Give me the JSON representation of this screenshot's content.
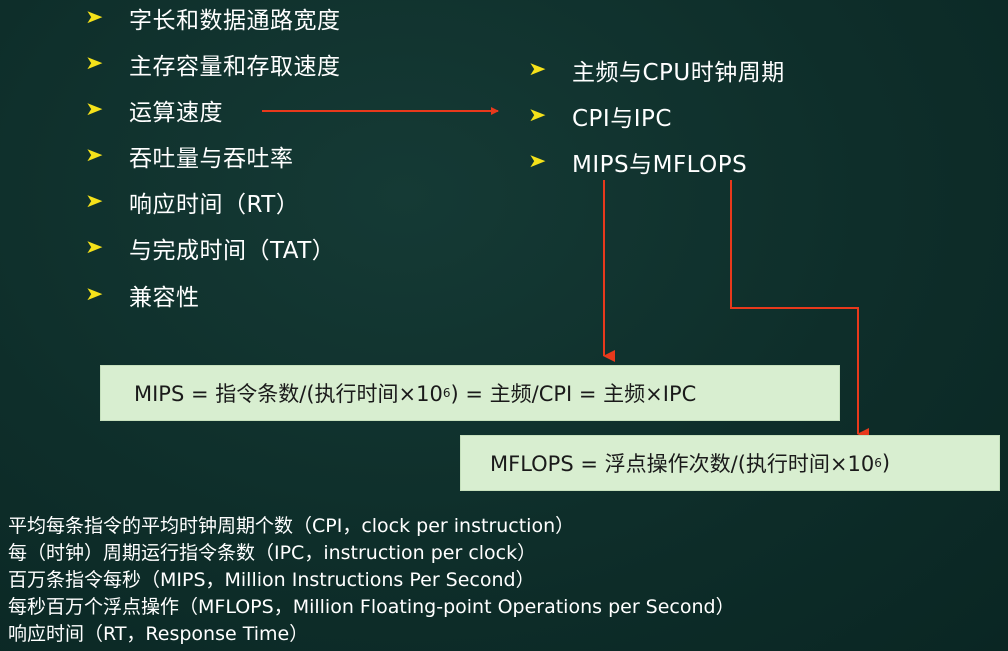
{
  "left_items": [
    {
      "label": "字长和数据通路宽度"
    },
    {
      "label": "主存容量和存取速度"
    },
    {
      "label": "运算速度"
    },
    {
      "label": "吞吐量与吞吐率"
    },
    {
      "label": "响应时间（RT）"
    },
    {
      "label": "与完成时间（TAT）"
    },
    {
      "label": "兼容性"
    }
  ],
  "right_items": [
    {
      "label": "主频与CPU时钟周期"
    },
    {
      "label": "CPI与IPC"
    },
    {
      "label": "MIPS与MFLOPS"
    }
  ],
  "mips_formula": {
    "before": "MIPS = 指令条数/(执行时间×10",
    "sup": "6",
    "after": ") = 主频/CPI = 主频×IPC"
  },
  "mflops_formula": {
    "before": "MFLOPS = 浮点操作次数/(执行时间×10",
    "sup": "6",
    "after": ")"
  },
  "notes": [
    "平均每条指令的平均时钟周期个数（CPI，clock per instruction）",
    "每（时钟）周期运行指令条数（IPC，instruction per clock）",
    "百万条指令每秒（MIPS，Million Instructions Per Second）",
    "每秒百万个浮点操作（MFLOPS，Million Floating-point Operations per Second）",
    "响应时间（RT，Response Time）"
  ],
  "colors": {
    "bullet": "#f5e21a",
    "arrow": "#e8391c",
    "box": "#d8eed0",
    "background": "#0e2e2a"
  }
}
